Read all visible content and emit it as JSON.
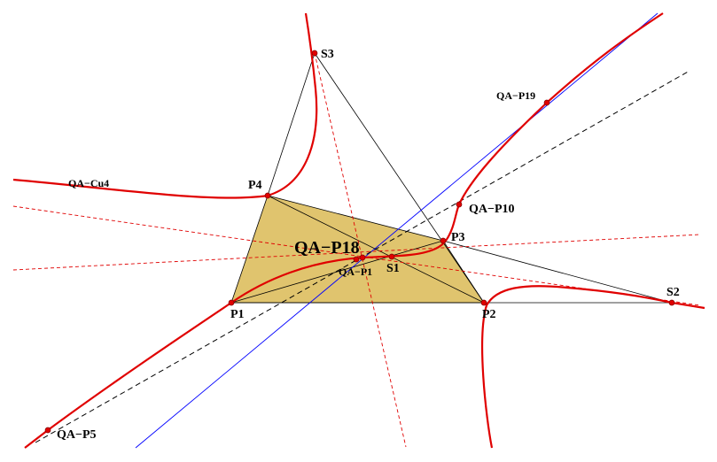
{
  "colors": {
    "quad_fill": "#e0c46e",
    "curve": "#e00000",
    "blue_line": "#0000ff",
    "dashed_black": "#000000",
    "dashed_red": "#e00000",
    "point": "#e00000"
  },
  "labels": {
    "s3": "S3",
    "p4": "P4",
    "p3": "P3",
    "p1": "P1",
    "p2": "P2",
    "s1": "S1",
    "s2": "S2",
    "qa_p18": "QA−P18",
    "qa_p1": "QA−P1",
    "qa_p10": "QA−P10",
    "qa_p19": "QA−P19",
    "qa_p5": "QA−P5",
    "qa_cu4": "QA−Cu4"
  }
}
